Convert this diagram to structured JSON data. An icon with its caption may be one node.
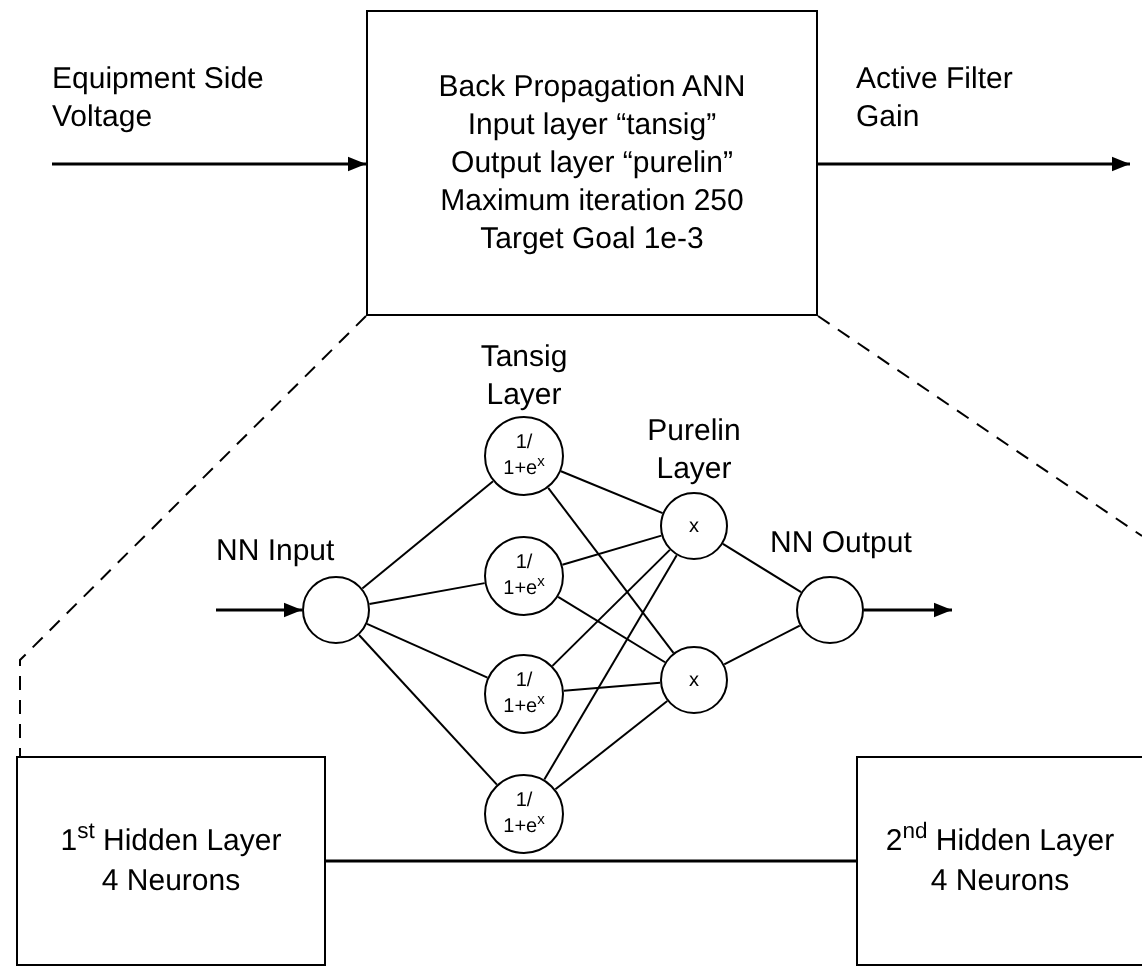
{
  "diagram": {
    "nodes": [
      {
        "text": [
          "Back Propagation ANN",
          "Input layer “tansig”",
          "Output layer “purelin”",
          "Maximum iteration 250",
          "Target Goal 1e-3"
        ]
      },
      {
        "text": [],
        "shape": "circle",
        "beside": [
          "NN Input"
        ]
      },
      {
        "text": [
          "1/ 1+e$^{x}$"
        ]
      },
      {
        "text": [
          "1/ 1+e$^{x}$"
        ]
      },
      {
        "text": [
          "1/ 1+e$^{x}$"
        ]
      },
      {
        "text": [
          "1/ 1+e$^{x}$"
        ]
      },
      {
        "text": [
          "x"
        ]
      },
      {
        "text": [
          "x"
        ]
      },
      {
        "text": [],
        "shape": "circle",
        "beside": [
          "NN Output"
        ]
      },
      {
        "text": [
          "1$^{st}$ Hidden Layer 4 Neurons"
        ]
      },
      {
        "text": [
          "2$^{nd}$ Hidden Layer 4 Neurons"
        ]
      }
    ],
    "edges": [
      {
        "from": null,
        "to": 0,
        "arrow": "to",
        "label": "Equipment Side Voltage"
      },
      {
        "from": 0,
        "to": null,
        "arrow": "to",
        "label": "Active Filter Gain"
      },
      {
        "from": null,
        "to": 1,
        "arrow": "to"
      },
      {
        "from": 1,
        "to": 2,
        "arrow": "none"
      },
      {
        "from": 1,
        "to": 3,
        "arrow": "none"
      },
      {
        "from": 1,
        "to": 4,
        "arrow": "none"
      },
      {
        "from": 1,
        "to": 5,
        "arrow": "none"
      },
      {
        "from": 2,
        "to": 6,
        "arrow": "none"
      },
      {
        "from": 2,
        "to": 7,
        "arrow": "none"
      },
      {
        "from": 3,
        "to": 6,
        "arrow": "none"
      },
      {
        "from": 3,
        "to": 7,
        "arrow": "none"
      },
      {
        "from": 4,
        "to": 6,
        "arrow": "none"
      },
      {
        "from": 4,
        "to": 7,
        "arrow": "none"
      },
      {
        "from": 5,
        "to": 6,
        "arrow": "none"
      },
      {
        "from": 5,
        "to": 7,
        "arrow": "none"
      },
      {
        "from": 6,
        "to": 8,
        "arrow": "none"
      },
      {
        "from": 7,
        "to": 8,
        "arrow": "none"
      },
      {
        "from": 8,
        "to": null,
        "arrow": "to"
      },
      {
        "from": 9,
        "to": 10,
        "arrow": "none"
      },
      {
        "from": 0,
        "to": 9,
        "arrow": "none",
        "style": "dashed"
      },
      {
        "from": 0,
        "to": null,
        "arrow": "none",
        "style": "dashed"
      }
    ],
    "labels": [
      "Tansig Layer",
      "Purelin Layer"
    ]
  }
}
